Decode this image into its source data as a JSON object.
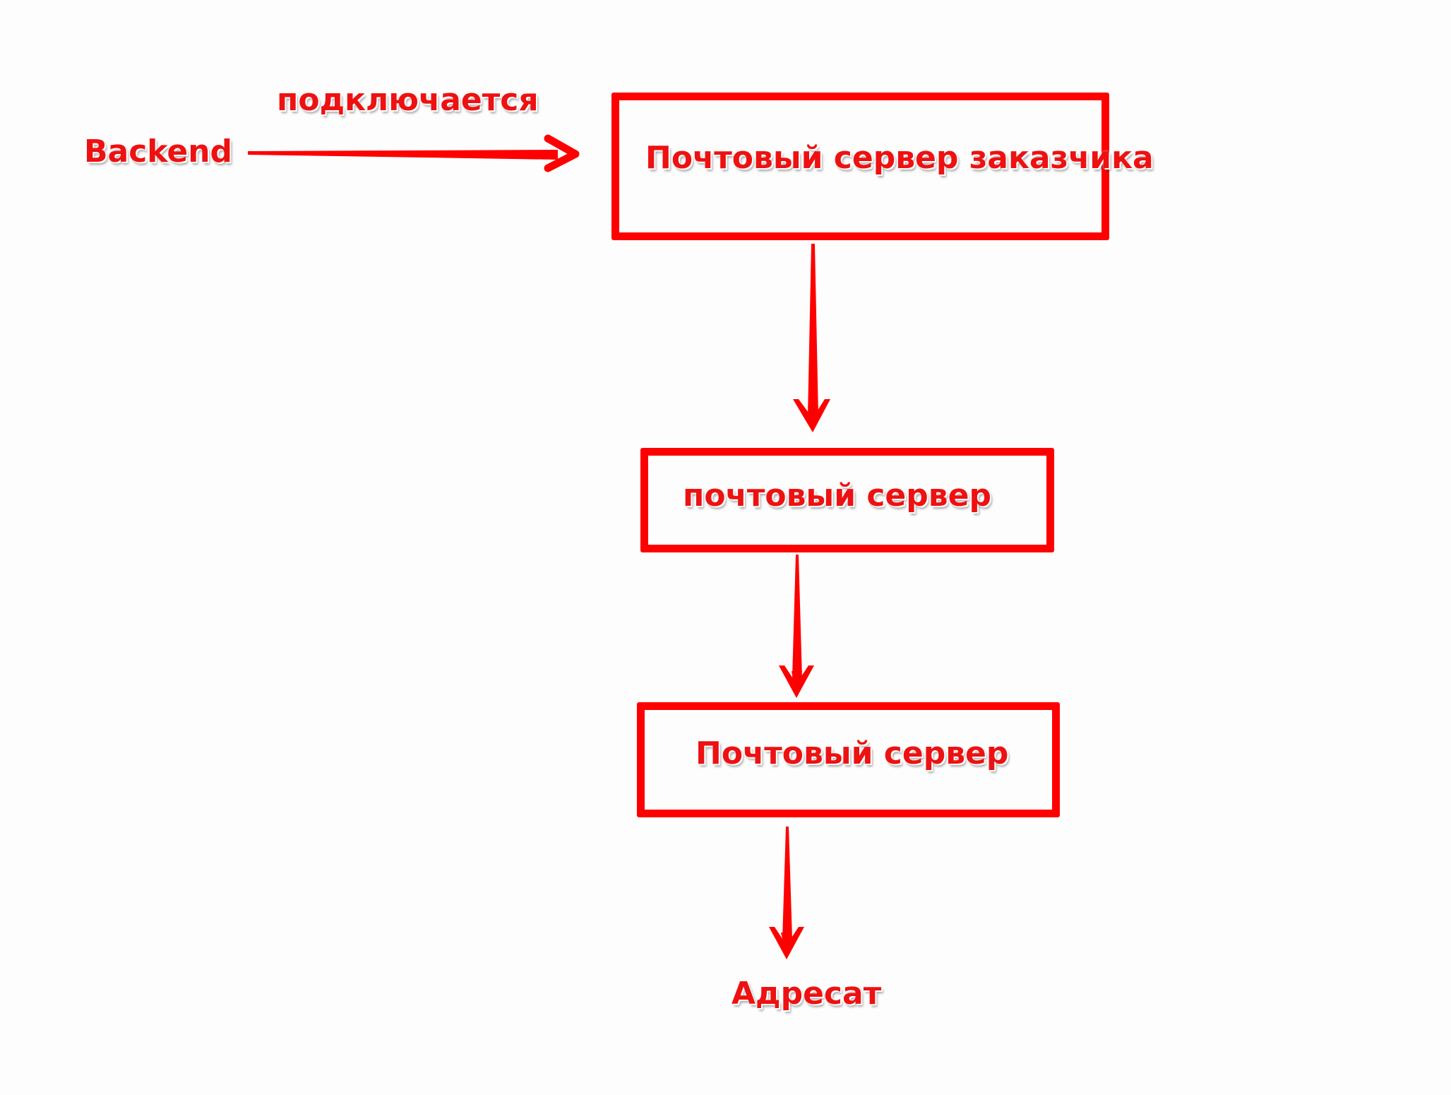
{
  "diagram": {
    "source_label": "Backend",
    "edge_label": "подключается",
    "nodes": [
      {
        "label": "Почтовый сервер заказчика"
      },
      {
        "label": "почтовый сервер"
      },
      {
        "label": "Почтовый сервер"
      }
    ],
    "destination_label": "Адресат",
    "colors": {
      "stroke": "#ff0000",
      "text": "#ee1111",
      "background": "#fdfdfd"
    }
  }
}
